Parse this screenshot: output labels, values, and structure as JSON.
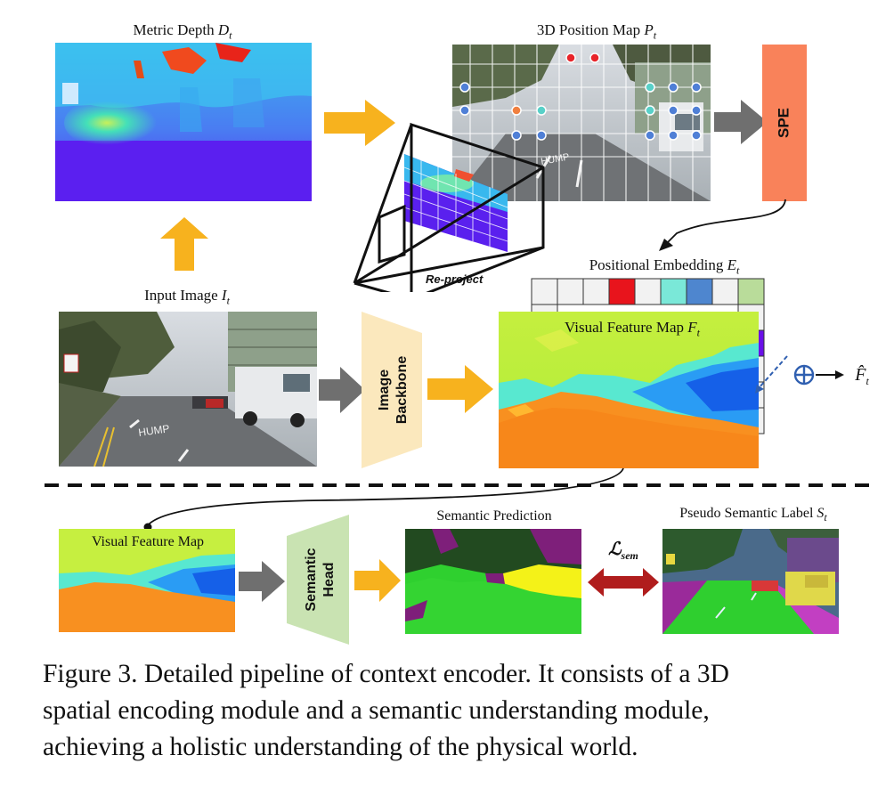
{
  "labels": {
    "metric_depth": "Metric Depth",
    "metric_depth_sym": "D",
    "metric_depth_sub": "t",
    "position_map": "3D Position Map",
    "position_map_sym": "P",
    "position_map_sub": "t",
    "spe": "SPE",
    "reproject": "Re-project",
    "positional_embedding": "Positional Embedding",
    "positional_embedding_sym": "E",
    "positional_embedding_sub": "t",
    "input_image": "Input Image",
    "input_image_sym": "I",
    "input_image_sub": "t",
    "image_backbone_line1": "Image",
    "image_backbone_line2": "Backbone",
    "visual_feature_map": "Visual Feature Map",
    "visual_feature_map_sym": "F",
    "visual_feature_map_sub": "t",
    "output_sym": "F̂",
    "output_sub": "t",
    "visual_feature_map_small": "Visual Feature Map",
    "semantic_head_line1": "Semantic",
    "semantic_head_line2": "Head",
    "semantic_prediction": "Semantic Prediction",
    "pseudo_semantic_label": "Pseudo Semantic Label",
    "pseudo_semantic_label_sym": "S",
    "pseudo_semantic_label_sub": "t",
    "loss": "ℒ",
    "loss_sub": "sem",
    "road_text": "HUMP"
  },
  "caption": {
    "line1": "Figure 3. Detailed pipeline of context encoder. It consists of a 3D",
    "line2": "spatial encoding module and a semantic understanding module,",
    "line3": "achieving a holistic understanding of the physical world."
  },
  "colors": {
    "arrow_orange": "#f7b21e",
    "arrow_gray": "#6f6f6f",
    "spe_orange": "#f9825a",
    "backbone_fill": "#fbe8bd",
    "semantic_head_fill": "#c9e3b2",
    "loss_arrow": "#b01d1d",
    "plus_blue": "#2f5fb0"
  },
  "embedding_cells": [
    "",
    "",
    "",
    "#e8141c",
    "",
    "#7ae8d8",
    "#4e86cf",
    "",
    "#b9dc9a"
  ],
  "embedding_side_cells": [
    "",
    "#6a10e8",
    "",
    "",
    ""
  ]
}
